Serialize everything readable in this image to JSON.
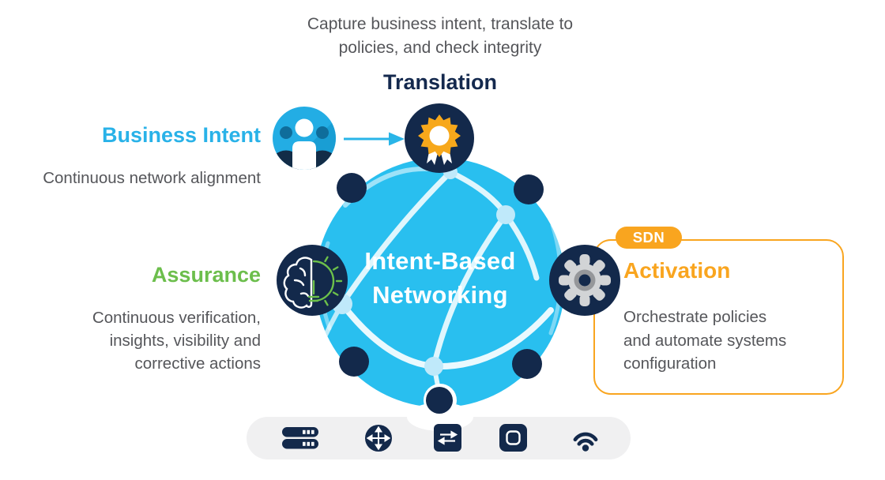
{
  "colors": {
    "navy": "#13294B",
    "globe_cyan": "#29BFEF",
    "accent_blue": "#29B2E8",
    "green": "#6CBE4C",
    "orange": "#F9A51F",
    "text_gray": "#55565A",
    "device_bar_bg": "#F0F0F1",
    "gear_light_gray": "#D2D4D6",
    "gear_mid_gray": "#95979A"
  },
  "top_caption": {
    "lines": [
      "Capture business intent, translate to",
      "policies, and check integrity"
    ]
  },
  "translation": {
    "title": "Translation",
    "icon": "badge-icon"
  },
  "business_intent": {
    "title": "Business Intent",
    "subtitle": "Continuous network alignment",
    "icon": "people-icon"
  },
  "globe": {
    "title_lines": [
      "Intent-Based",
      "Networking"
    ]
  },
  "assurance": {
    "title": "Assurance",
    "lines": [
      "Continuous verification,",
      "insights, visibility and",
      "corrective actions"
    ],
    "icon": "brain-bulb-icon"
  },
  "activation": {
    "badge": "SDN",
    "title": "Activation",
    "lines": [
      "Orchestrate policies",
      "and automate systems",
      "configuration"
    ],
    "icon": "gear-icon"
  },
  "device_bar": {
    "icons": [
      "server-icon",
      "router-icon",
      "switch-icon",
      "controller-icon",
      "wifi-icon"
    ]
  }
}
